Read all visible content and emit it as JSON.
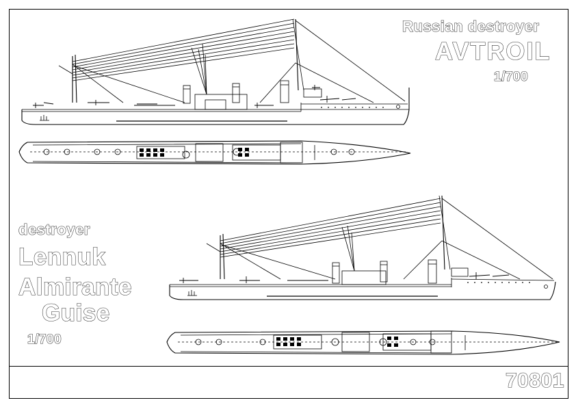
{
  "sheet": {
    "top_title_line1": "Russian destroyer",
    "top_title_line2": "AVTROIL",
    "top_scale": "1/700",
    "side_title_line1": "destroyer",
    "side_title_line2": "Lennuk",
    "side_title_line3": "Almirante",
    "side_title_line4": "Guise",
    "side_scale": "1/700",
    "catalog_number": "70801"
  },
  "colors": {
    "line": "#000000",
    "paper": "#ffffff",
    "lettering_outline": "#333333"
  }
}
